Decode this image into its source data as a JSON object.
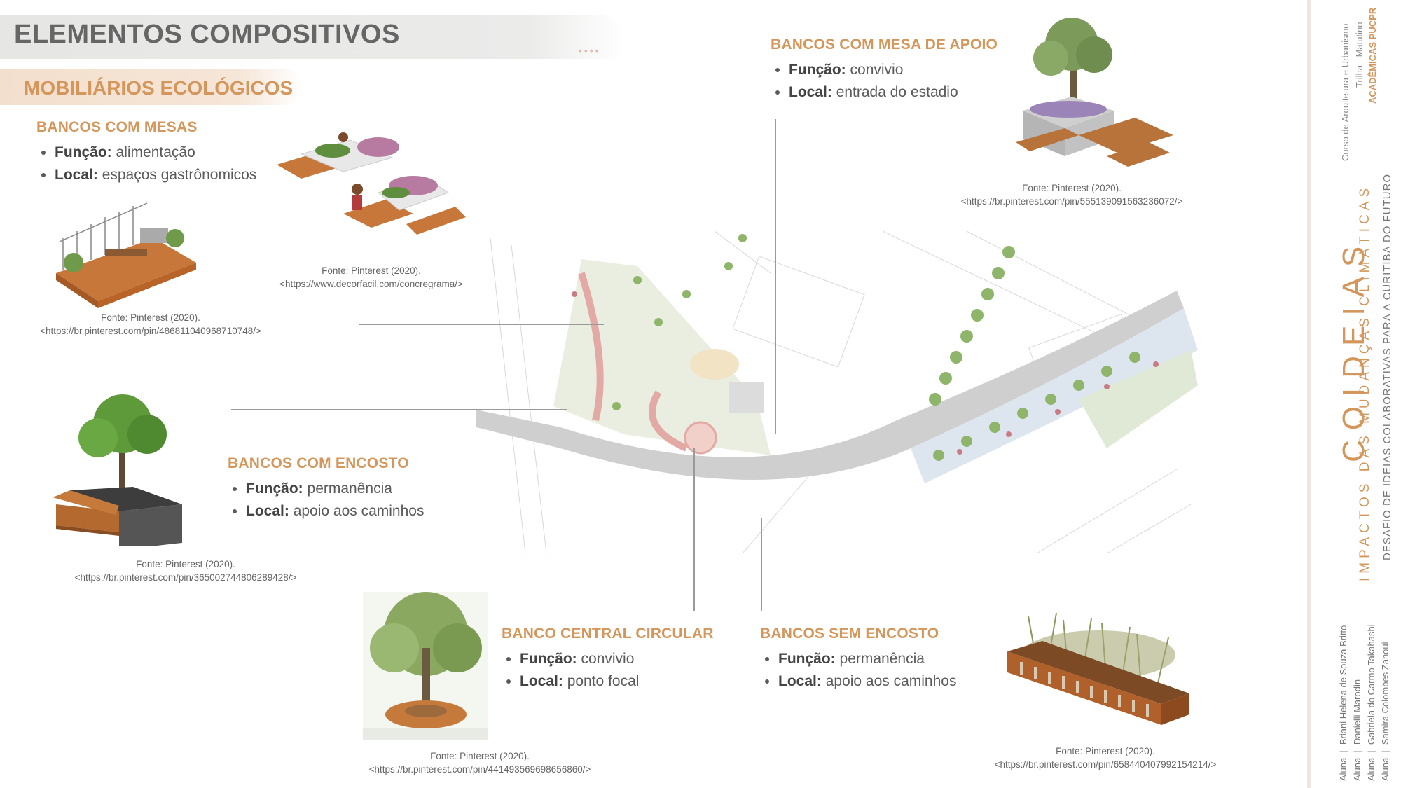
{
  "header": {
    "title": "ELEMENTOS COMPOSITIVOS",
    "dots": "••••",
    "subtitle": "MOBILIÁRIOS ECOLÓGICOS"
  },
  "sections": {
    "bancos_mesas": {
      "title": "BANCOS COM MESAS",
      "funcao_label": "Função:",
      "funcao": "alimentação",
      "local_label": "Local:",
      "local": "espaços gastrônomicos"
    },
    "bancos_mesa_apoio": {
      "title": "BANCOS COM MESA DE APOIO",
      "funcao_label": "Função:",
      "funcao": "convivio",
      "local_label": "Local:",
      "local": "entrada do estadio"
    },
    "bancos_encosto": {
      "title": "BANCOS COM ENCOSTO",
      "funcao_label": "Função:",
      "funcao": "permanência",
      "local_label": "Local:",
      "local": "apoio aos caminhos"
    },
    "banco_central": {
      "title": "BANCO CENTRAL CIRCULAR",
      "funcao_label": "Função:",
      "funcao": "convivio",
      "local_label": "Local:",
      "local": "ponto focal"
    },
    "bancos_sem_encosto": {
      "title": "BANCOS SEM ENCOSTO",
      "funcao_label": "Função:",
      "funcao": "permanência",
      "local_label": "Local:",
      "local": "apoio aos caminhos"
    }
  },
  "credits": {
    "c1": {
      "source": "Fonte: Pinterest (2020).",
      "url": "<https://br.pinterest.com/pin/486811040968710748/>"
    },
    "c2": {
      "source": "Fonte: Pinterest (2020).",
      "url": "<https://www.decorfacil.com/concregrama/>"
    },
    "c3": {
      "source": "Fonte: Pinterest (2020).",
      "url": "<https://br.pinterest.com/pin/555139091563236072/>"
    },
    "c4": {
      "source": "Fonte: Pinterest (2020).",
      "url": "<https://br.pinterest.com/pin/365002744806289428/>"
    },
    "c5": {
      "source": "Fonte: Pinterest (2020).",
      "url": "<https://br.pinterest.com/pin/441493569698656860/>"
    },
    "c6": {
      "source": "Fonte: Pinterest (2020).",
      "url": "<https://br.pinterest.com/pin/658440407992154214/>"
    }
  },
  "sidebar": {
    "curso": "Curso de Arquitetura e Urbanismo",
    "turma": "Trilha - Matutino",
    "academicas": "ACADÊMICAS PUCPR",
    "coideias": "COIDEIAS",
    "impactos": "IMPACTOS DAS MUDANÇAS CLIMÁTICAS",
    "desafio": "DESAFIO DE IDEIAS COLABORATIVAS PARA A CURITIBA DO FUTURO",
    "alunas": [
      {
        "role": "Aluna",
        "name": "Briani Helena de Souza Britto"
      },
      {
        "role": "Aluna",
        "name": "Danielli Marodin"
      },
      {
        "role": "Aluna",
        "name": "Gabriela do Carmo Takahashi"
      },
      {
        "role": "Aluna",
        "name": "Samira Colombes Zahoui"
      }
    ]
  },
  "colors": {
    "accent": "#d4965a",
    "text": "#555555",
    "line": "#9a9a9a"
  }
}
